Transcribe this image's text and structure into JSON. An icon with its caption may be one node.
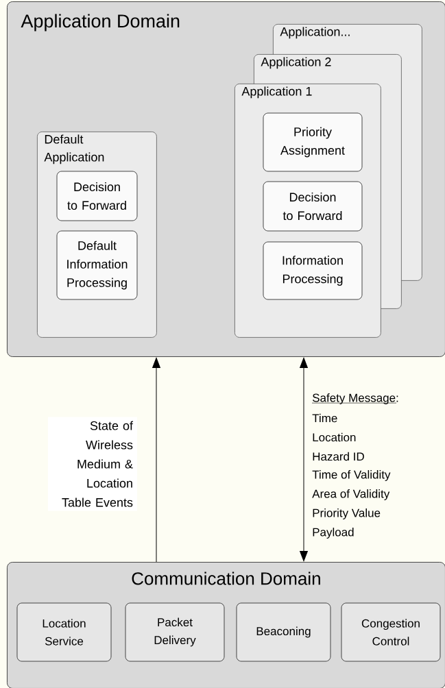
{
  "diagram": {
    "nodes": [
      {
        "text": [
          "Application Domain"
        ]
      },
      {
        "text": [
          "Default Application"
        ],
        "in": 0
      },
      {
        "text": [
          "Decision to Forward"
        ],
        "in": 1
      },
      {
        "text": [
          "Default Information Processing"
        ],
        "in": 1
      },
      {
        "text": [
          "Application..."
        ],
        "in": 0
      },
      {
        "text": [
          "Application 2"
        ],
        "in": 0
      },
      {
        "text": [
          "Application 1"
        ],
        "in": 0
      },
      {
        "text": [
          "Priority Assignment"
        ]
      },
      {
        "text": [
          "Decision to Forward"
        ]
      },
      {
        "text": [
          "Information Processing"
        ]
      },
      {
        "text": [
          "Communication Domain"
        ]
      },
      {
        "text": [
          "Location Service"
        ],
        "in": 10
      },
      {
        "text": [
          "Packet Delivery"
        ],
        "in": 10
      },
      {
        "text": [
          "Beaconing"
        ],
        "in": 10
      },
      {
        "text": [
          "Congestion Control"
        ],
        "in": 10
      }
    ],
    "edges": [
      {
        "from": 10,
        "to": 0,
        "arrow": "to",
        "label": "State of Wireless Medium & Location Table Events"
      },
      {
        "from": 0,
        "to": 10,
        "arrow": "both"
      }
    ],
    "labels": [
      "Safety Message:",
      "Time",
      "Location",
      "Hazard ID",
      "Time of Validity",
      "Area of Validity",
      "Priority Value",
      "Payload"
    ]
  }
}
